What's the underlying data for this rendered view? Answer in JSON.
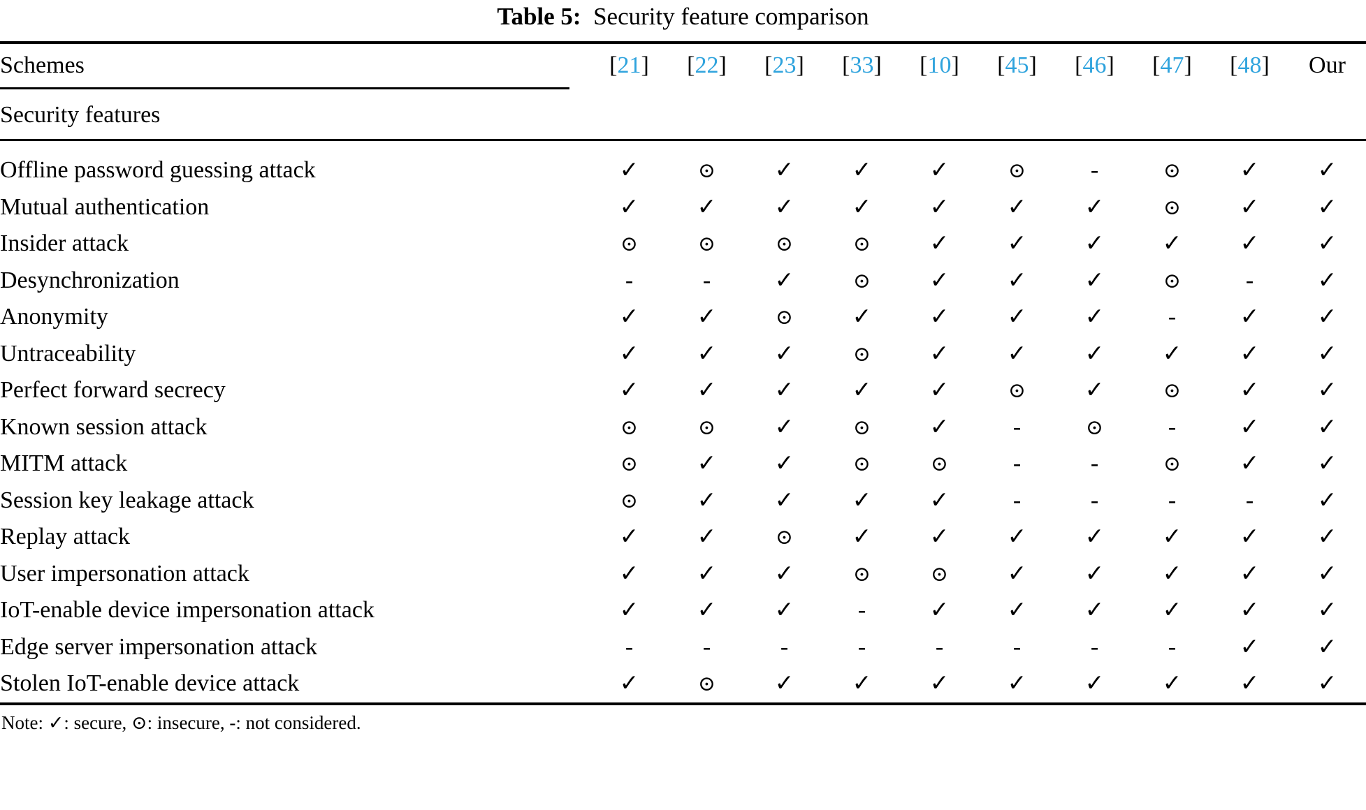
{
  "caption": {
    "label": "Table 5:",
    "text": "Security feature comparison"
  },
  "header": {
    "row_label": "Schemes",
    "section_label": "Security features",
    "columns": [
      {
        "open": "[",
        "num": "21",
        "close": "]"
      },
      {
        "open": "[",
        "num": "22",
        "close": "]"
      },
      {
        "open": "[",
        "num": "23",
        "close": "]"
      },
      {
        "open": "[",
        "num": "33",
        "close": "]"
      },
      {
        "open": "[",
        "num": "10",
        "close": "]"
      },
      {
        "open": "[",
        "num": "45",
        "close": "]"
      },
      {
        "open": "[",
        "num": "46",
        "close": "]"
      },
      {
        "open": "[",
        "num": "47",
        "close": "]"
      },
      {
        "open": "[",
        "num": "48",
        "close": "]"
      },
      {
        "open": "",
        "num": "Our",
        "close": ""
      }
    ]
  },
  "symbols": {
    "secure": "✓",
    "insecure": "⊙",
    "not_considered": "-"
  },
  "colors": {
    "citation_blue": "#2fa3dd",
    "text_black": "#000000",
    "background": "#ffffff"
  },
  "note": "Note: ✓: secure, ⊙: insecure, -: not considered.",
  "chart_data": {
    "type": "table",
    "title": "Table 5: Security feature comparison",
    "columns": [
      "Schemes",
      "[21]",
      "[22]",
      "[23]",
      "[33]",
      "[10]",
      "[45]",
      "[46]",
      "[47]",
      "[48]",
      "Our"
    ],
    "legend": {
      "✓": "secure",
      "⊙": "insecure",
      "-": "not considered"
    },
    "rows": [
      {
        "feature": "Offline password guessing attack",
        "values": [
          "✓",
          "⊙",
          "✓",
          "✓",
          "✓",
          "⊙",
          "-",
          "⊙",
          "✓",
          "✓"
        ]
      },
      {
        "feature": "Mutual authentication",
        "values": [
          "✓",
          "✓",
          "✓",
          "✓",
          "✓",
          "✓",
          "✓",
          "⊙",
          "✓",
          "✓"
        ]
      },
      {
        "feature": "Insider attack",
        "values": [
          "⊙",
          "⊙",
          "⊙",
          "⊙",
          "✓",
          "✓",
          "✓",
          "✓",
          "✓",
          "✓"
        ]
      },
      {
        "feature": "Desynchronization",
        "values": [
          "-",
          "-",
          "✓",
          "⊙",
          "✓",
          "✓",
          "✓",
          "⊙",
          "-",
          "✓"
        ]
      },
      {
        "feature": "Anonymity",
        "values": [
          "✓",
          "✓",
          "⊙",
          "✓",
          "✓",
          "✓",
          "✓",
          "-",
          "✓",
          "✓"
        ]
      },
      {
        "feature": "Untraceability",
        "values": [
          "✓",
          "✓",
          "✓",
          "⊙",
          "✓",
          "✓",
          "✓",
          "✓",
          "✓",
          "✓"
        ]
      },
      {
        "feature": "Perfect forward secrecy",
        "values": [
          "✓",
          "✓",
          "✓",
          "✓",
          "✓",
          "⊙",
          "✓",
          "⊙",
          "✓",
          "✓"
        ]
      },
      {
        "feature": "Known session attack",
        "values": [
          "⊙",
          "⊙",
          "✓",
          "⊙",
          "✓",
          "-",
          "⊙",
          "-",
          "✓",
          "✓"
        ]
      },
      {
        "feature": "MITM attack",
        "values": [
          "⊙",
          "✓",
          "✓",
          "⊙",
          "⊙",
          "-",
          "-",
          "⊙",
          "✓",
          "✓"
        ]
      },
      {
        "feature": "Session key leakage attack",
        "values": [
          "⊙",
          "✓",
          "✓",
          "✓",
          "✓",
          "-",
          "-",
          "-",
          "-",
          "✓"
        ]
      },
      {
        "feature": "Replay attack",
        "values": [
          "✓",
          "✓",
          "⊙",
          "✓",
          "✓",
          "✓",
          "✓",
          "✓",
          "✓",
          "✓"
        ]
      },
      {
        "feature": "User impersonation attack",
        "values": [
          "✓",
          "✓",
          "✓",
          "⊙",
          "⊙",
          "✓",
          "✓",
          "✓",
          "✓",
          "✓"
        ]
      },
      {
        "feature": "IoT-enable device impersonation attack",
        "values": [
          "✓",
          "✓",
          "✓",
          "-",
          "✓",
          "✓",
          "✓",
          "✓",
          "✓",
          "✓"
        ]
      },
      {
        "feature": "Edge server impersonation attack",
        "values": [
          "-",
          "-",
          "-",
          "-",
          "-",
          "-",
          "-",
          "-",
          "✓",
          "✓"
        ]
      },
      {
        "feature": "Stolen IoT-enable device attack",
        "values": [
          "✓",
          "⊙",
          "✓",
          "✓",
          "✓",
          "✓",
          "✓",
          "✓",
          "✓",
          "✓"
        ]
      }
    ]
  }
}
